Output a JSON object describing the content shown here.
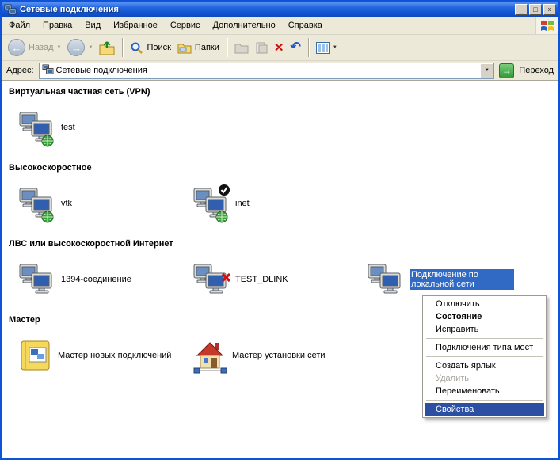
{
  "window": {
    "title": "Сетевые подключения"
  },
  "icons": {
    "minimize": "_",
    "maximize": "□",
    "close": "×",
    "back_arrow": "←",
    "forward_arrow": "→",
    "caret": "▼",
    "go_arrow": "→",
    "delete": "✕",
    "undo": "↶"
  },
  "menu": {
    "items": [
      {
        "label": "Файл"
      },
      {
        "label": "Правка"
      },
      {
        "label": "Вид"
      },
      {
        "label": "Избранное"
      },
      {
        "label": "Сервис"
      },
      {
        "label": "Дополнительно"
      },
      {
        "label": "Справка"
      }
    ]
  },
  "toolbar": {
    "back_label": "Назад",
    "search_label": "Поиск",
    "folders_label": "Папки"
  },
  "address_bar": {
    "label": "Адрес:",
    "value": "Сетевые подключения",
    "go_label": "Переход"
  },
  "content": {
    "sections": [
      {
        "title": "Виртуальная частная сеть (VPN)",
        "items": [
          {
            "label": "test",
            "name": "connection-test",
            "icon": "network-pcs-globe-icon"
          }
        ]
      },
      {
        "title": "Высокоскоростное",
        "items": [
          {
            "label": "vtk",
            "name": "connection-vtk",
            "icon": "network-pcs-globe-icon"
          },
          {
            "label": "inet",
            "name": "connection-inet",
            "icon": "network-pcs-globe-check-icon"
          }
        ]
      },
      {
        "title": "ЛВС или высокоскоростной Интернет",
        "items": [
          {
            "label": "1394-соединение",
            "name": "connection-1394",
            "icon": "network-pcs-icon"
          },
          {
            "label": "TEST_DLINK",
            "name": "connection-test-dlink",
            "icon": "network-pcs-error-icon"
          },
          {
            "label": "Подключение по локальной сети",
            "name": "connection-lan",
            "icon": "network-pcs-icon",
            "selected": true
          }
        ]
      },
      {
        "title": "Мастер",
        "items": [
          {
            "label": "Мастер новых подключений",
            "name": "new-connection-wizard",
            "icon": "wizard-folder-icon"
          },
          {
            "label": "Мастер установки сети",
            "name": "network-setup-wizard",
            "icon": "home-network-icon"
          }
        ]
      }
    ]
  },
  "context_menu": {
    "items": [
      {
        "label": "Отключить"
      },
      {
        "label": "Состояние",
        "bold": true
      },
      {
        "label": "Исправить"
      },
      {
        "type": "separator"
      },
      {
        "label": "Подключения типа мост"
      },
      {
        "type": "separator"
      },
      {
        "label": "Создать ярлык"
      },
      {
        "label": "Удалить",
        "disabled": true
      },
      {
        "label": "Переименовать"
      },
      {
        "type": "separator"
      },
      {
        "label": "Свойства",
        "highlighted": true
      }
    ]
  },
  "colors": {
    "selection": "#316AC5",
    "menu_highlight": "#2B4FA2",
    "titlebar_blue": "#1253CF",
    "go_green": "#2E9B37",
    "error_red": "#CC1111"
  }
}
